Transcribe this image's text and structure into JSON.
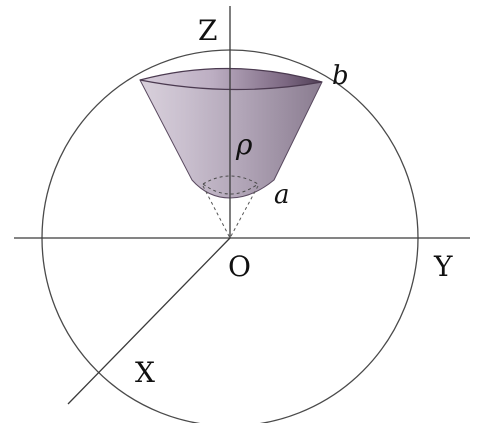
{
  "labels": {
    "z_axis": "Z",
    "y_axis": "Y",
    "x_axis": "X",
    "origin": "O",
    "rho": "ρ",
    "a": "a",
    "b": "b"
  },
  "colors": {
    "line": "#3a3a3a",
    "solid_light": "#ece6ef",
    "solid_mid": "#b7aabb",
    "solid_dark": "#6e5e73",
    "rim_dark": "#4b3a50"
  }
}
